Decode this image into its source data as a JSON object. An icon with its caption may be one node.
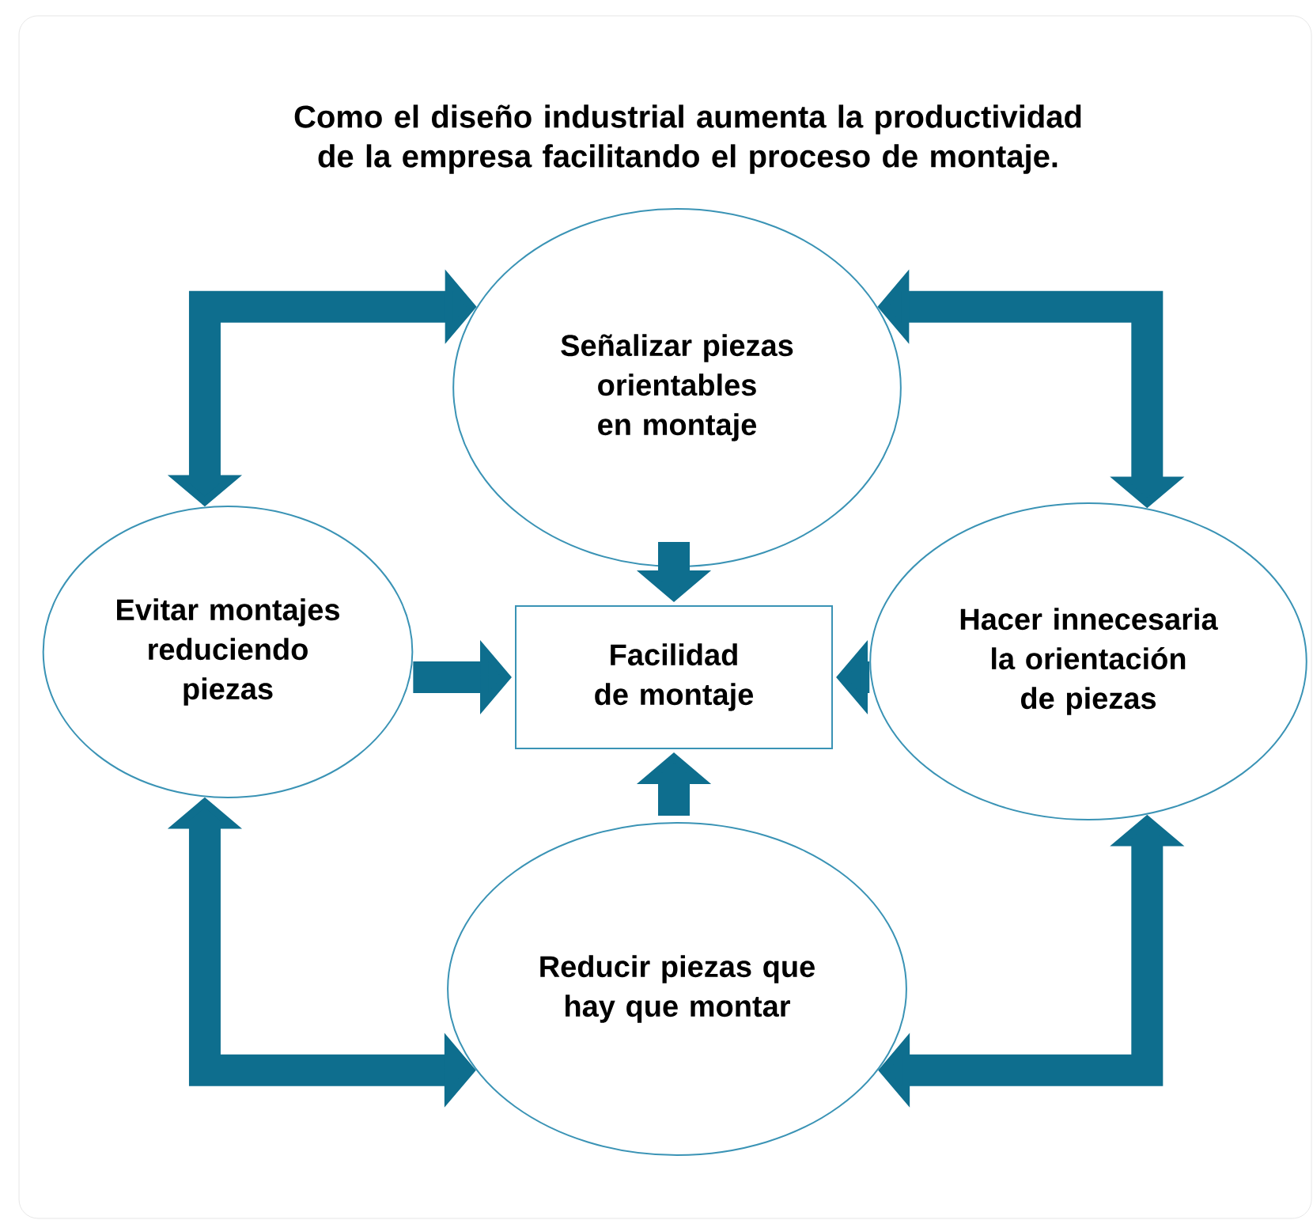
{
  "diagram": {
    "title": "Como el diseño industrial aumenta la productividad de la empresa facilitando el proceso de montaje.",
    "nodes": [
      {
        "text": [
          "Señalizar piezas orientables en montaje"
        ]
      },
      {
        "text": [
          "Evitar montajes reduciendo piezas"
        ]
      },
      {
        "text": [
          "Facilidad de montaje"
        ]
      },
      {
        "text": [
          "Hacer innecesaria la orientación de piezas"
        ]
      },
      {
        "text": [
          "Reducir piezas que hay que montar"
        ]
      }
    ],
    "edges": [
      {
        "from": 0,
        "to": 2,
        "arrow": "to"
      },
      {
        "from": 1,
        "to": 2,
        "arrow": "to"
      },
      {
        "from": 3,
        "to": 2,
        "arrow": "to"
      },
      {
        "from": 4,
        "to": 2,
        "arrow": "to"
      },
      {
        "from": 1,
        "to": 0,
        "arrow": "both"
      },
      {
        "from": 0,
        "to": 3,
        "arrow": "both"
      },
      {
        "from": 1,
        "to": 4,
        "arrow": "both"
      },
      {
        "from": 4,
        "to": 3,
        "arrow": "both"
      }
    ]
  }
}
